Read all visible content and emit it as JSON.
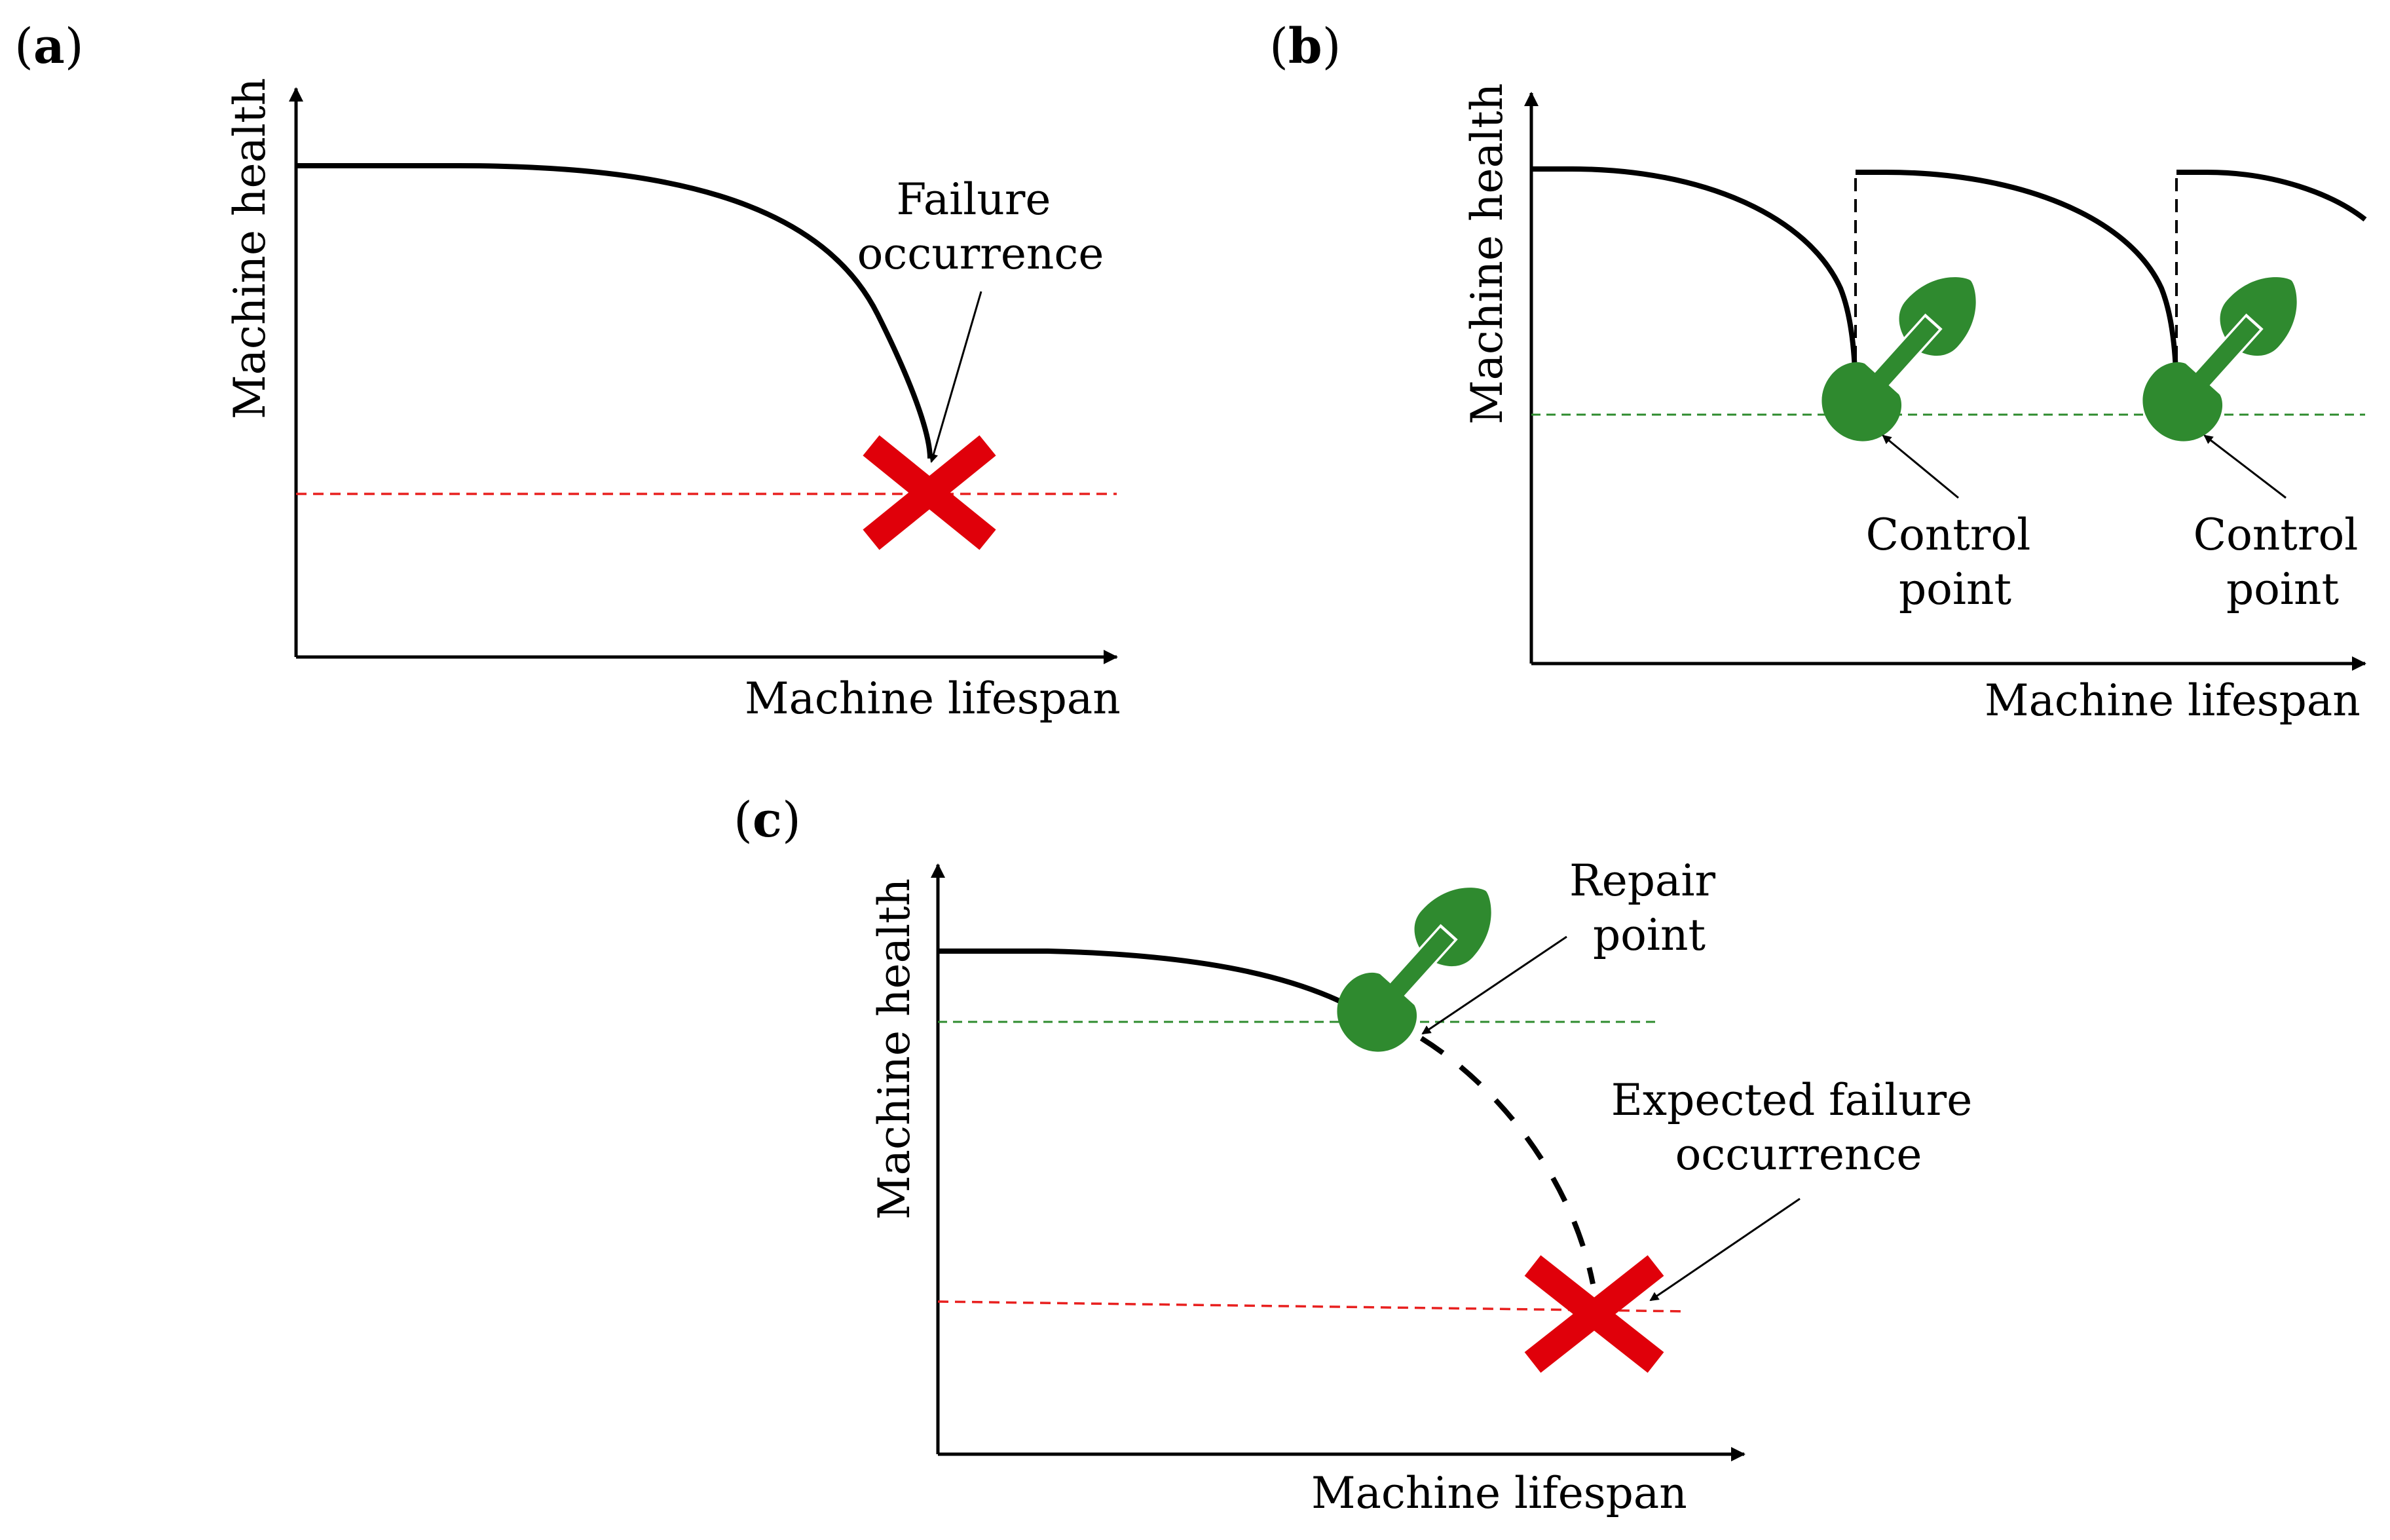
{
  "panels": {
    "a": {
      "tag_open": "(",
      "tag_letter": "a",
      "tag_close": ")",
      "y_axis_label": "Machine health",
      "x_axis_label": "Machine lifespan",
      "annotation": [
        "Failure",
        "occurrence"
      ]
    },
    "b": {
      "tag_open": "(",
      "tag_letter": "b",
      "tag_close": ")",
      "y_axis_label": "Machine health",
      "x_axis_label": "Machine lifespan",
      "annotation_1": [
        "Control",
        "point"
      ],
      "annotation_2": [
        "Control",
        "point"
      ]
    },
    "c": {
      "tag_open": "(",
      "tag_letter": "c",
      "tag_close": ")",
      "y_axis_label": "Machine health",
      "x_axis_label": "Machine lifespan",
      "annotation_repair": [
        "Repair",
        "point"
      ],
      "annotation_expected": [
        "Expected failure",
        "occurrence"
      ]
    }
  },
  "colors": {
    "curve": "#000000",
    "failure_threshold": "#e8201f",
    "control_threshold": "#2e8b2e",
    "wrench": "#2f8a2f",
    "cross": "#e0000a"
  },
  "icons": {
    "failure_marker": "cross-icon",
    "maintenance_marker": "wrench-icon"
  }
}
